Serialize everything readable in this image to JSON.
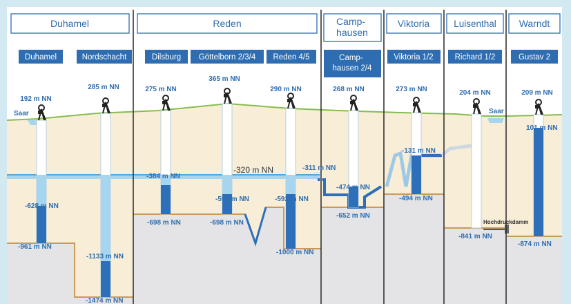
{
  "groups": [
    {
      "id": "duhamel",
      "label": "Duhamel"
    },
    {
      "id": "reden",
      "label": "Reden"
    },
    {
      "id": "camphausen",
      "label": "Camp-\nhausen"
    },
    {
      "id": "viktoria",
      "label": "Viktoria"
    },
    {
      "id": "luisenthal",
      "label": "Luisenthal"
    },
    {
      "id": "warndt",
      "label": "Warndt"
    }
  ],
  "shafts": [
    {
      "id": "duhamel",
      "label": "Duhamel",
      "surface": "192 m NN",
      "bottom": "-961 m NN",
      "water": "-628 m NN"
    },
    {
      "id": "nordschacht",
      "label": "Nordschacht",
      "surface": "285 m NN",
      "bottom": "-1474 m NN",
      "water": "-1133 m NN"
    },
    {
      "id": "dilsburg",
      "label": "Dilsburg",
      "surface": "275 m NN"
    },
    {
      "id": "goettelborn",
      "label": "Göttelborn 2/3/4",
      "surface": "365 m NN"
    },
    {
      "id": "reden45",
      "label": "Reden 4/5",
      "surface": "290 m NN"
    },
    {
      "id": "camphausen24",
      "label": "Camp-\nhausen 2/4",
      "surface": "268 m NN"
    },
    {
      "id": "viktoria12",
      "label": "Viktoria 1/2",
      "surface": "273 m NN"
    },
    {
      "id": "richard12",
      "label": "Richard 1/2",
      "surface": "204 m NN"
    },
    {
      "id": "gustav2",
      "label": "Gustav 2",
      "surface": "209 m NN"
    }
  ],
  "levels": [
    {
      "id": "reden-384",
      "text": "-384 m NN"
    },
    {
      "id": "reden-320",
      "text": "-320 m NN"
    },
    {
      "id": "reden-698-a",
      "text": "-698 m NN"
    },
    {
      "id": "reden-592-a",
      "text": "-592 m NN"
    },
    {
      "id": "reden-698-b",
      "text": "-698 m NN"
    },
    {
      "id": "reden-592-b",
      "text": "-592 m NN"
    },
    {
      "id": "reden-1000",
      "text": "-1000 m NN"
    },
    {
      "id": "camp-311",
      "text": "-311 m NN"
    },
    {
      "id": "camp-474",
      "text": "-474 m NN"
    },
    {
      "id": "camp-652",
      "text": "-652 m NN"
    },
    {
      "id": "vikt-131",
      "text": "-131 m NN"
    },
    {
      "id": "vikt-494",
      "text": "-494 m NN"
    },
    {
      "id": "luis-841",
      "text": "-841 m NN"
    },
    {
      "id": "warndt-101",
      "text": "101 m NN"
    },
    {
      "id": "warndt-874",
      "text": "-874 m NN"
    }
  ],
  "labels": {
    "saar": "Saar",
    "hochdruckdamm": "Hochdruckdamm"
  },
  "colors": {
    "background": "#d2e9f2",
    "sky": "#ffffff",
    "soil": "#f8edd6",
    "bedrock": "#e4e4e6",
    "water_light": "#a6d6ef",
    "water_mid": "#4fa7dc",
    "water_dark": "#2d6fb9",
    "header_blue": "#2e6db1",
    "boundary": "#c99a5c",
    "ground_line": "#86bd4c"
  }
}
